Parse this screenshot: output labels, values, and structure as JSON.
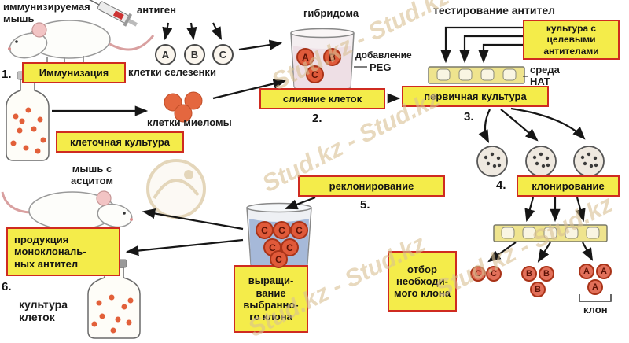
{
  "watermark": {
    "text": "Stud.kz - Stud.kz"
  },
  "top": {
    "immunized_mouse": "иммунизируемая\nмышь",
    "antigen": "антиген",
    "hybridoma": "гибридома",
    "antibody_testing": "тестирование антител"
  },
  "steps": {
    "s1_num": "1.",
    "s1": "Иммунизация",
    "s2_num": "2.",
    "s2": "слияние клеток",
    "s3_num": "3.",
    "s3": "первичная культура",
    "s4_num": "4.",
    "s4": "клонирование",
    "s5_num": "5.",
    "s5": "реклонирование",
    "s6_num": "6."
  },
  "boxes": {
    "target_culture": "культура с\nцелевыми\nантителами",
    "cell_culture": "клеточная культура",
    "production": "продукция\nмоноклональ-\nных антител",
    "growing": "выращи-\nвание\nвыбранно-\nго клона",
    "selection": "отбор\nнеобходи-\nмого клона"
  },
  "labels": {
    "spleen_cells": "клетки селезенки",
    "myeloma_cells": "клетки миеломы",
    "peg_add": "добавление",
    "peg": "PEG",
    "hat_medium": "среда\nHAT",
    "ascites_mouse": "мышь с\nасцитом",
    "cell_culture_bottom": "культура\nклеток",
    "clone": "клон"
  },
  "cells": {
    "a": "А",
    "b": "В",
    "c": "С"
  }
}
